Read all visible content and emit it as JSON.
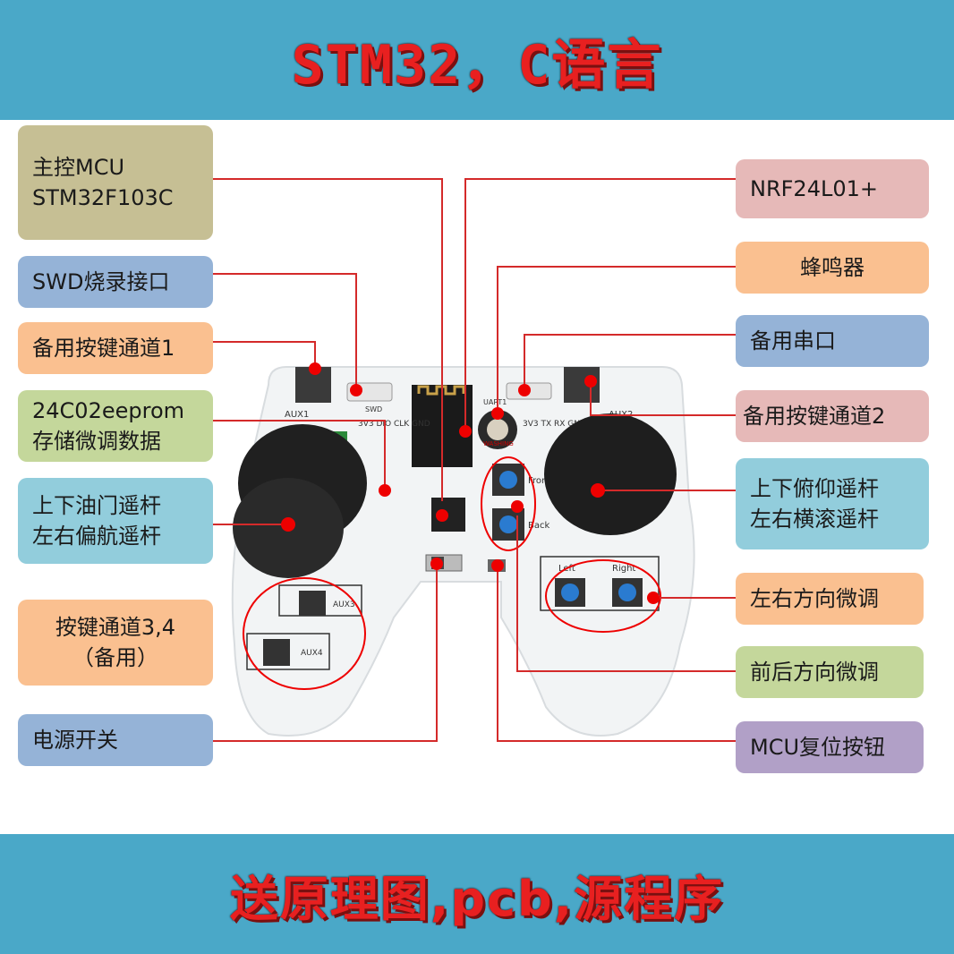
{
  "header": {
    "title": "STM32，C语言"
  },
  "footer": {
    "title": "送原理图,pcb,源程序"
  },
  "colors": {
    "banner": "#4aa8c8",
    "banner_text": "#e82020",
    "leader_line": "#d42a2a"
  },
  "labels": {
    "mcu": {
      "line1": "主控MCU",
      "line2": "STM32F103C"
    },
    "swd": "SWD烧录接口",
    "aux1": "备用按键通道1",
    "eeprom": {
      "line1": "24C02eeprom",
      "line2": "存储微调数据"
    },
    "left_stick": {
      "line1": "上下油门遥杆",
      "line2": "左右偏航遥杆"
    },
    "buttons34": {
      "line1": "按键通道3,4",
      "line2": "（备用）"
    },
    "power": "电源开关",
    "nrf": "NRF24L01+",
    "buzzer": "蜂鸣器",
    "uart": "备用串口",
    "aux2": "备用按键通道2",
    "right_stick": {
      "line1": "上下俯仰遥杆",
      "line2": "左右横滚遥杆"
    },
    "lr_trim": "左右方向微调",
    "fb_trim": "前后方向微调",
    "reset": "MCU复位按钮"
  },
  "board": {
    "aux1": "AUX1",
    "aux2": "AUX2",
    "aux3": "AUX3",
    "aux4": "AUX4",
    "swd_pins": "3V3 DIO CLK GND",
    "uart_pins": "3V3 TX RX GND",
    "swd": "SWD",
    "uart1": "UART1",
    "front": "Front",
    "back": "Back",
    "left": "Left",
    "right": "Right",
    "buzzer_text": "WASHING"
  }
}
